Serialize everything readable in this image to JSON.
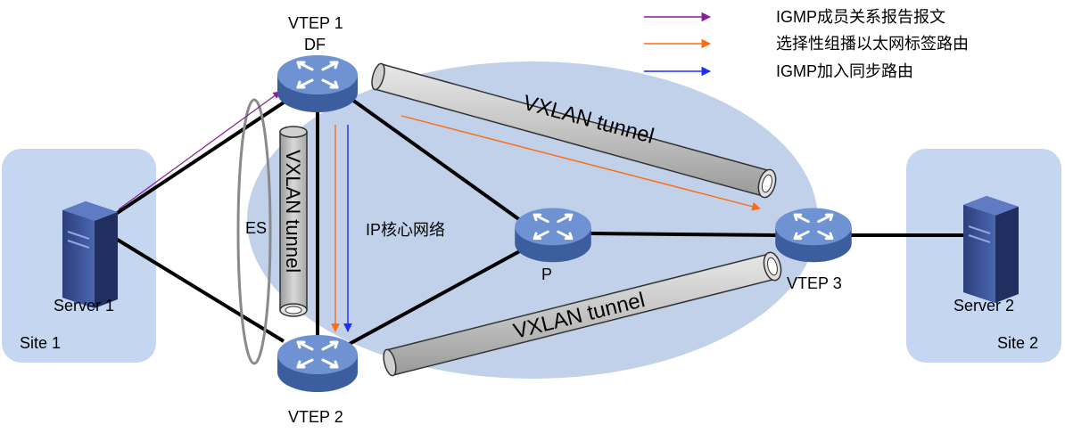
{
  "legend": {
    "items": [
      {
        "label": "IGMP成员关系报告报文",
        "color": "#8b1a9e"
      },
      {
        "label": "选择性组播以太网标签路由",
        "color": "#ff6a13"
      },
      {
        "label": "IGMP加入同步路由",
        "color": "#1a2cff"
      }
    ]
  },
  "nodes": {
    "vtep1": {
      "label": "VTEP 1",
      "role": "DF"
    },
    "vtep2": {
      "label": "VTEP 2"
    },
    "vtep3": {
      "label": "VTEP 3"
    },
    "p": {
      "label": "P"
    },
    "server1": {
      "label": "Server 1"
    },
    "server2": {
      "label": "Server 2"
    }
  },
  "sites": {
    "site1": "Site 1",
    "site2": "Site 2"
  },
  "core": {
    "label": "IP核心网络"
  },
  "es": {
    "label": "ES"
  },
  "tunnels": {
    "vertical": "VXLAN tunnel",
    "upper": "VXLAN tunnel",
    "lower": "VXLAN tunnel"
  },
  "colors": {
    "core_fill": "#c2d1ea",
    "site_fill": "#c5d6f0",
    "router_body": "#4a6fb5",
    "router_top": "#6f93d2",
    "tunnel_fill": "#c8c8c8"
  }
}
